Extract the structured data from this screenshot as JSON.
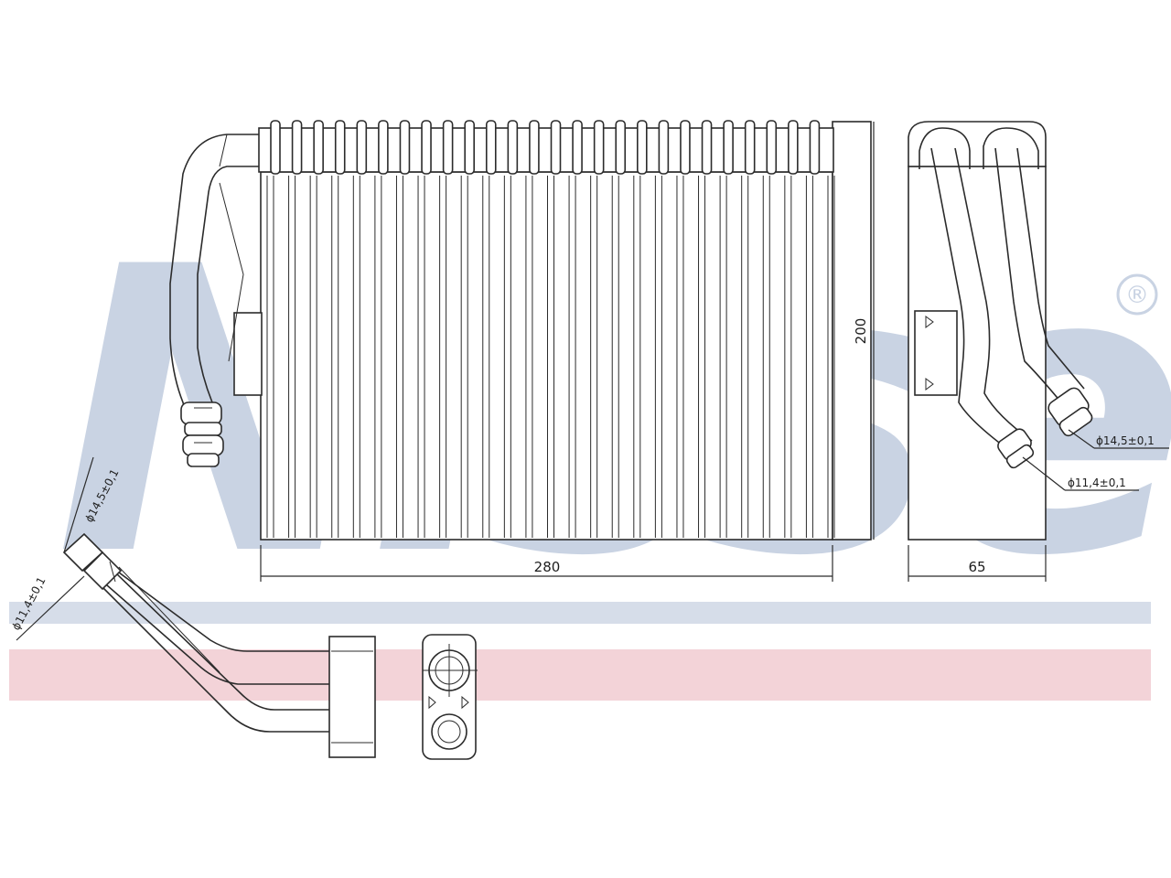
{
  "watermark": {
    "brand_text": "Nissens",
    "registered_mark": "®",
    "colors": {
      "logo_blue": "#c9d3e3",
      "band_blue": "#d6dde9",
      "band_pink": "#f3d3d8"
    }
  },
  "dimensions": {
    "width": "280",
    "height": "200",
    "depth": "65",
    "pipe_large_side": "ϕ14,5±0,1",
    "pipe_small_side": "ϕ11,4±0,1",
    "pipe_large_bottom": "ϕ14,5±0,1",
    "pipe_small_bottom": "ϕ11,4±0,1"
  }
}
